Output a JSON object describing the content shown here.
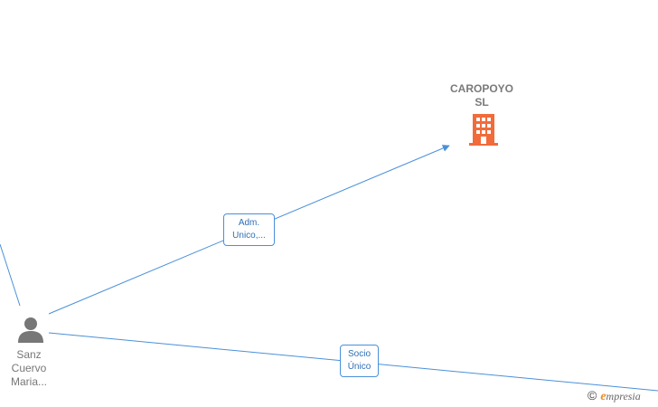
{
  "company": {
    "name_line1": "CAROPOYO",
    "name_line2": "SL",
    "icon": "building-icon",
    "color": "#f26b3a"
  },
  "person": {
    "name_line1": "Sanz",
    "name_line2": "Cuervo",
    "name_line3": "Maria...",
    "icon": "person-icon",
    "color": "#777777"
  },
  "edges": [
    {
      "label_line1": "Adm.",
      "label_line2": "Unico,..."
    },
    {
      "label_line1": "Socio",
      "label_line2": "Único"
    }
  ],
  "brand": {
    "copyright": "©",
    "initial": "e",
    "rest": "mpresia"
  },
  "colors": {
    "edge": "#4a90d9",
    "edge_label_text": "#2f6fb5"
  }
}
